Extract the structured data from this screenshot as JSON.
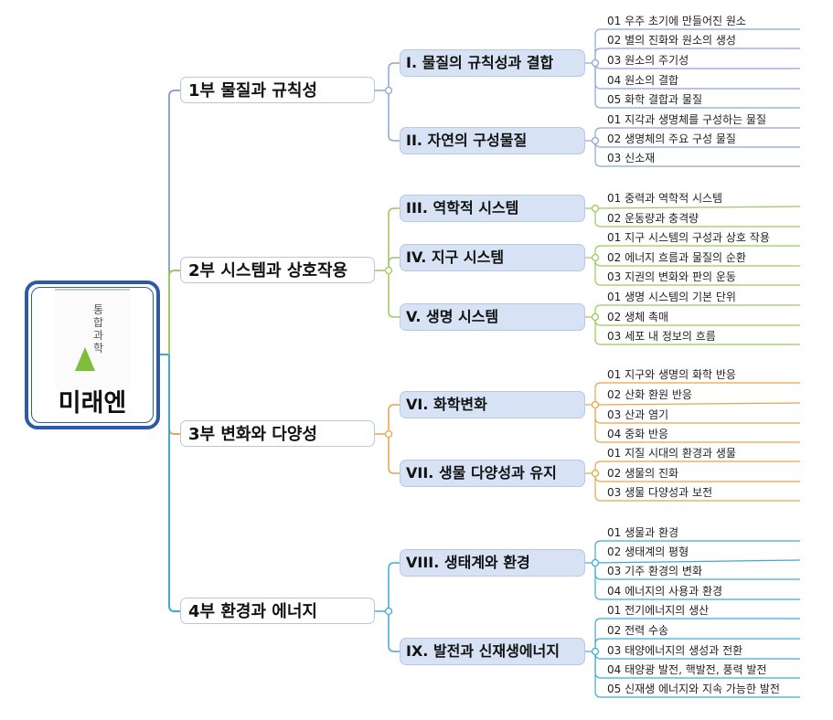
{
  "root": {
    "label": "미래엔",
    "cover_title": "통합 과학"
  },
  "parts": [
    {
      "label": "1부 물질과 규칙성",
      "color": "#8ea5cf",
      "chapters": [
        {
          "label": "I. 물질의 규칙성과 결합",
          "leaves": [
            "01 우주 초기에 만들어진 원소",
            "02 별의 진화와 원소의 생성",
            "03 원소의 주기성",
            "04 원소의 결합",
            "05 화학 결합과 물질"
          ]
        },
        {
          "label": "II. 자연의 구성물질",
          "leaves": [
            "01 지각과 생명체를 구성하는 물질",
            "02 생명체의 주요 구성 물질",
            "03 신소재"
          ]
        }
      ]
    },
    {
      "label": "2부 시스템과 상호작용",
      "color": "#9bc95b",
      "chapters": [
        {
          "label": "III. 역학적 시스템",
          "leaves": [
            "01 중력과 역학적 시스템",
            "02 운동량과 충격량"
          ]
        },
        {
          "label": "IV. 지구 시스템",
          "leaves": [
            "01 지구 시스템의 구성과 상호 작용",
            "02 에너지 흐름과 물질의 순환",
            "03 지권의 변화와 판의 운동"
          ]
        },
        {
          "label": "V. 생명 시스템",
          "leaves": [
            "01 생명 시스템의 기본 단위",
            "02 생체 촉매",
            "03 세포 내 정보의 흐름"
          ]
        }
      ]
    },
    {
      "label": "3부 변화와 다양성",
      "color": "#e6a54a",
      "chapters": [
        {
          "label": "VI. 화학변화",
          "leaves": [
            "01 지구와 생명의 화학 반응",
            "02 산화 환원 반응",
            "03 산과 염기",
            "04 중화 반응"
          ]
        },
        {
          "label": "VII. 생물 다양성과 유지",
          "leaves": [
            "01 지질 시대의 환경과 생물",
            "02 생물의 진화",
            "03 생물 다양성과 보전"
          ]
        }
      ]
    },
    {
      "label": "4부 환경과 에너지",
      "color": "#3eaad3",
      "chapters": [
        {
          "label": "VIII. 생태계와 환경",
          "leaves": [
            "01 생물과 환경",
            "02 생태계의 평형",
            "03 기주 환경의 변화",
            "04 에너지의 사용과 환경"
          ]
        },
        {
          "label": "IX. 발전과 신재생에너지",
          "leaves": [
            "01 전기에너지의 생산",
            "02 전력 수송",
            "03 태양에너지의 생성과 전환",
            "04 태양광 발전, 핵발전, 풍력 발전",
            "05 신재생 에너지와 지속 가능한 발전"
          ]
        }
      ]
    }
  ]
}
